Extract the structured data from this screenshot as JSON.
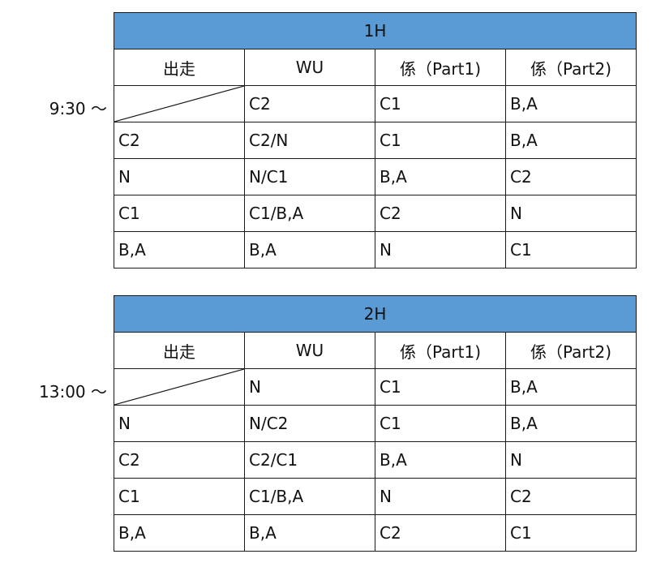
{
  "sections": [
    {
      "title": "1H",
      "time": "9:30 ～",
      "headers": [
        "出走",
        "WU",
        "係（Part1)",
        "係（Part2)"
      ],
      "rows": [
        [
          "",
          "C2",
          "C1",
          "B,A"
        ],
        [
          "C2",
          "C2/N",
          "C1",
          "B,A"
        ],
        [
          "N",
          "N/C1",
          "B,A",
          "C2"
        ],
        [
          "C1",
          "C1/B,A",
          "C2",
          "N"
        ],
        [
          "B,A",
          "B,A",
          "N",
          "C1"
        ]
      ]
    },
    {
      "title": "2H",
      "time": "13:00 ～",
      "headers": [
        "出走",
        "WU",
        "係（Part1)",
        "係（Part2)"
      ],
      "rows": [
        [
          "",
          "N",
          "C1",
          "B,A"
        ],
        [
          "N",
          "N/C2",
          "C1",
          "B,A"
        ],
        [
          "C2",
          "C2/C1",
          "B,A",
          "N"
        ],
        [
          "C1",
          "C1/B,A",
          "N",
          "C2"
        ],
        [
          "B,A",
          "B,A",
          "C2",
          "C1"
        ]
      ]
    }
  ],
  "colors": {
    "header_fill": "#5b9bd5",
    "border": "#1a1a1a"
  }
}
